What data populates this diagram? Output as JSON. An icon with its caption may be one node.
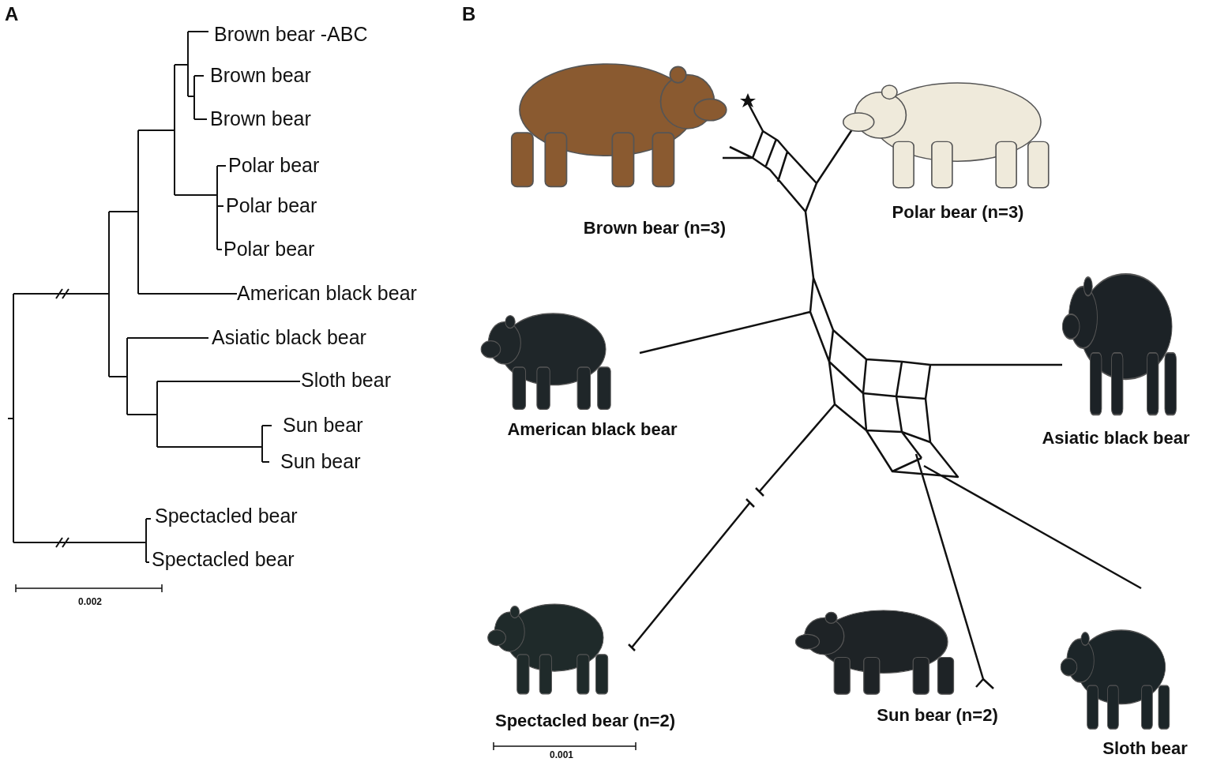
{
  "diagram": {
    "nodes": [
      {
        "text": [
          "Brown bear (n=3)"
        ]
      },
      {
        "text": [
          "Polar bear (n=3)"
        ]
      },
      {
        "text": [
          "American black bear"
        ]
      },
      {
        "text": [
          "Asiatic black bear"
        ]
      },
      {
        "text": [
          "Spectacled bear (n=2)"
        ]
      },
      {
        "text": [
          "Sun bear (n=2)"
        ]
      },
      {
        "text": [
          "Sloth bear"
        ]
      }
    ],
    "edges": [],
    "labels": [
      "A",
      "B",
      "Brown bear -ABC",
      "Brown bear",
      "Brown bear",
      "Polar bear",
      "Polar bear",
      "Polar bear",
      "American black bear",
      "Asiatic black bear",
      "Sloth bear",
      "Sun bear",
      "Sun bear",
      "Spectacled bear",
      "Spectacled bear",
      "0.002",
      "0.001"
    ]
  }
}
